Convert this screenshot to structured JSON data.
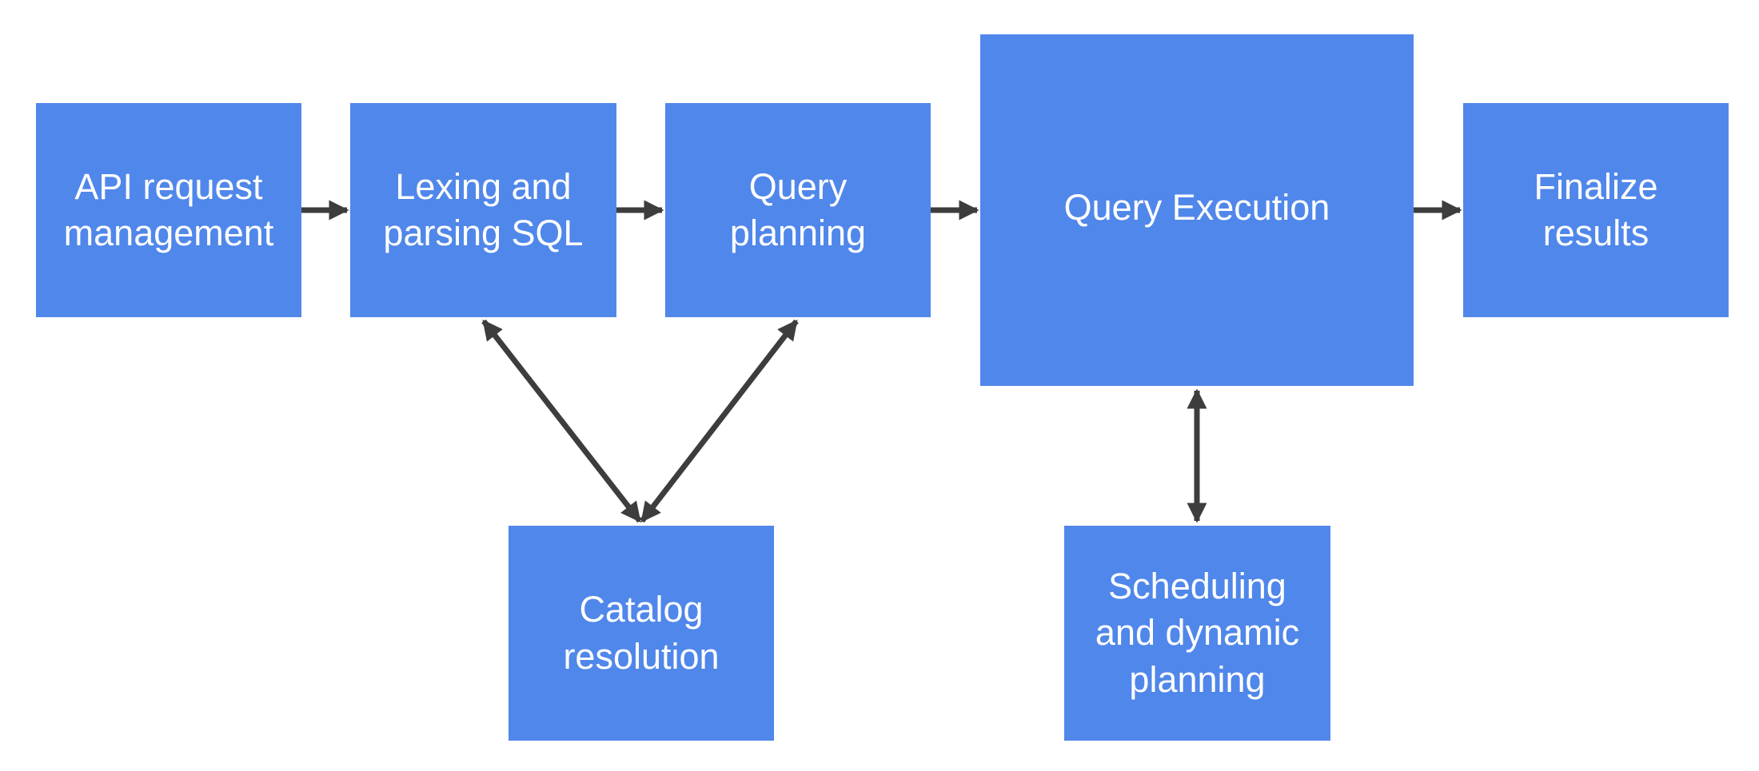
{
  "nodes": {
    "api_request": "API request\nmanagement",
    "lexing": "Lexing and\nparsing SQL",
    "query_planning": "Query\nplanning",
    "query_execution": "Query Execution",
    "finalize": "Finalize\nresults",
    "catalog": "Catalog\nresolution",
    "scheduling": "Scheduling\nand dynamic\nplanning"
  },
  "colors": {
    "box_fill": "#5087ea",
    "box_text": "#ffffff",
    "arrow": "#3d3d3d"
  }
}
